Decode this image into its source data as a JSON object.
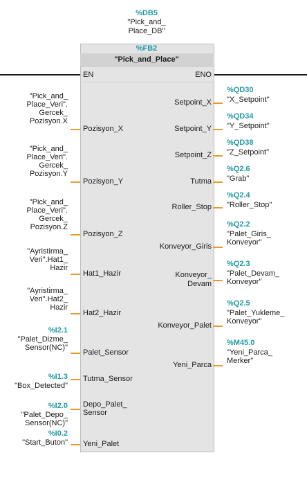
{
  "db": {
    "address": "%DB5",
    "name_lines": [
      "\"Pick_and_",
      "Place_DB\""
    ]
  },
  "fb": {
    "address": "%FB2",
    "name": "\"Pick_and_Place\""
  },
  "en": "EN",
  "eno": "ENO",
  "inputs": [
    {
      "pin": "Pozisyon_X",
      "addr": "",
      "lines": [
        "\"Pick_and_",
        "Place_Veri\".",
        "Gercek_",
        "Pozisyon.X"
      ]
    },
    {
      "pin": "Pozisyon_Y",
      "addr": "",
      "lines": [
        "\"Pick_and_",
        "Place_Veri\".",
        "Gercek_",
        "Pozisyon.Y"
      ]
    },
    {
      "pin": "Pozisyon_Z",
      "addr": "",
      "lines": [
        "\"Pick_and_",
        "Place_Veri\".",
        "Gercek_",
        "Pozisyon.Z"
      ]
    },
    {
      "pin": "Hat1_Hazir",
      "addr": "",
      "lines": [
        "\"Ayristirma_",
        "Veri\".Hat1_",
        "Hazir"
      ]
    },
    {
      "pin": "Hat2_Hazir",
      "addr": "",
      "lines": [
        "\"Ayristirma_",
        "Veri\".Hat2_",
        "Hazir"
      ]
    },
    {
      "pin": "Palet_Sensor",
      "addr": "%I2.1",
      "lines": [
        "\"Palet_Dizme_",
        "Sensor(NC)\""
      ]
    },
    {
      "pin": "Tutma_Sensor",
      "addr": "%I1.3",
      "lines": [
        "\"Box_Detected\""
      ]
    },
    {
      "pin_lines": [
        "Depo_Palet_",
        "Sensor"
      ],
      "addr": "%I2.0",
      "lines": [
        "\"Palet_Depo_",
        "Sensor(NC)\""
      ]
    },
    {
      "pin": "Yeni_Palet",
      "addr": "%I0.2",
      "lines": [
        "\"Start_Buton\""
      ]
    }
  ],
  "outputs": [
    {
      "pin": "Setpoint_X",
      "addr": "%QD30",
      "lines": [
        "\"X_Setpoint\""
      ]
    },
    {
      "pin": "Setpoint_Y",
      "addr": "%QD34",
      "lines": [
        "\"Y_Setpoint\""
      ]
    },
    {
      "pin": "Setpoint_Z",
      "addr": "%QD38",
      "lines": [
        "\"Z_Setpoint\""
      ]
    },
    {
      "pin": "Tutma",
      "addr": "%Q2.6",
      "lines": [
        "\"Grab\""
      ]
    },
    {
      "pin": "Roller_Stop",
      "addr": "%Q2.4",
      "lines": [
        "\"Roller_Stop\""
      ]
    },
    {
      "pin": "Konveyor_Giris",
      "addr": "%Q2.2",
      "lines": [
        "\"Palet_Giris_",
        "Konveyor\""
      ]
    },
    {
      "pin_lines": [
        "Konveyor_",
        "Devam"
      ],
      "addr": "%Q2.3",
      "lines": [
        "\"Palet_Devam_",
        "Konveyor\""
      ]
    },
    {
      "pin": "Konveyor_Palet",
      "addr": "%Q2.5",
      "lines": [
        "\"Palet_Yukleme_",
        "Konveyor\""
      ]
    },
    {
      "pin": "Yeni_Parca",
      "addr": "%M45.0",
      "lines": [
        "\"Yeni_Parca_",
        "Merker\""
      ]
    }
  ],
  "colors": {
    "address": "#1f9aa3",
    "wire": "#e89b2c",
    "block": "#e4e4e4"
  }
}
